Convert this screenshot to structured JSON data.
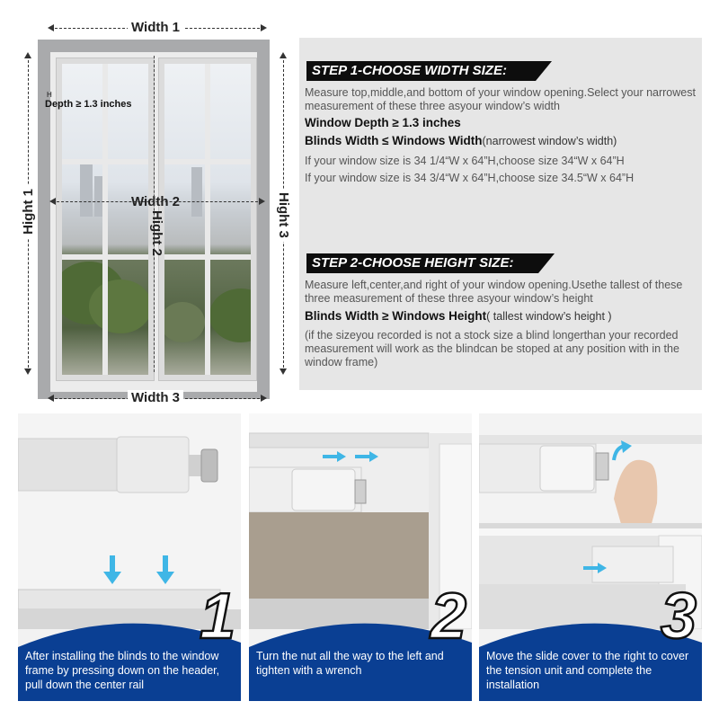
{
  "diagram": {
    "width1": "Width 1",
    "width2": "Width 2",
    "width3": "Width 3",
    "hight1": "Hight 1",
    "hight2": "Hight 2",
    "hight3": "Hight 3",
    "depth_mark": "H",
    "depth": "Depth ≥ 1.3 inches"
  },
  "step1": {
    "title": "STEP 1-CHOOSE WIDTH SIZE:",
    "desc": "Measure top,middle,and bottom of your window opening.Select your narrowest measurement of these three asyour window’s width",
    "depth": "Window Depth ≥ 1.3 inches",
    "rule_bold": "Blinds Width ≤ Windows Width",
    "rule_paren": "(narrowest window’s width)",
    "ex1": "If your window size is 34 1/4“W x 64”H,choose size 34“W x 64”H",
    "ex2": "If your window size is 34 3/4“W x 64”H,choose size 34.5“W x 64”H"
  },
  "step2": {
    "title": "STEP 2-CHOOSE HEIGHT SIZE:",
    "desc": "Measure left,center,and right of your window opening.Usethe tallest of these three measurement of these three asyour window’s height",
    "rule_bold": "Blinds Width ≥ Windows Height",
    "rule_paren": "( tallest window’s height )",
    "note": "(if the sizeyou recorded is not a stock size a blind longerthan your recorded measurement will work as the blindcan be stoped at any position with in the window frame)"
  },
  "install": [
    {
      "number": "1",
      "caption": "After installing the blinds to the window frame by pressing down on the header, pull down the center rail"
    },
    {
      "number": "2",
      "caption": "Turn the nut all the way to the left and tighten with a wrench"
    },
    {
      "number": "3",
      "caption": "Move the slide cover to the right to cover the tension unit and complete the installation"
    }
  ],
  "colors": {
    "brand_blue": "#0a3f93",
    "arrow_blue": "#3fb6e6",
    "panel_gray": "#e6e6e6",
    "banner_black": "#0d0d0d"
  }
}
